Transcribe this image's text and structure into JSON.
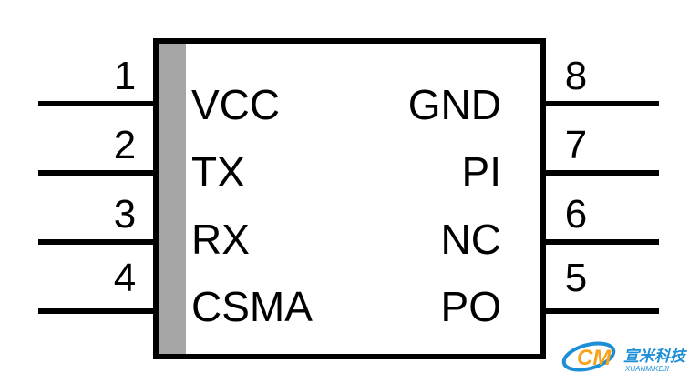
{
  "chip": {
    "left_pins": [
      {
        "number": "1",
        "label": "VCC"
      },
      {
        "number": "2",
        "label": "TX"
      },
      {
        "number": "3",
        "label": "RX"
      },
      {
        "number": "4",
        "label": "CSMA"
      }
    ],
    "right_pins": [
      {
        "number": "8",
        "label": "GND"
      },
      {
        "number": "7",
        "label": "PI"
      },
      {
        "number": "6",
        "label": "NC"
      },
      {
        "number": "5",
        "label": "PO"
      }
    ]
  },
  "colors": {
    "outline": "#000000",
    "pin1_stripe": "#a6a6a6",
    "text": "#000000",
    "logo_blue": "#1e8fd6",
    "logo_orange": "#f7a21b"
  },
  "watermark": {
    "chinese_text": "宣米科技",
    "latin_text": "XUANMIKEJI"
  }
}
